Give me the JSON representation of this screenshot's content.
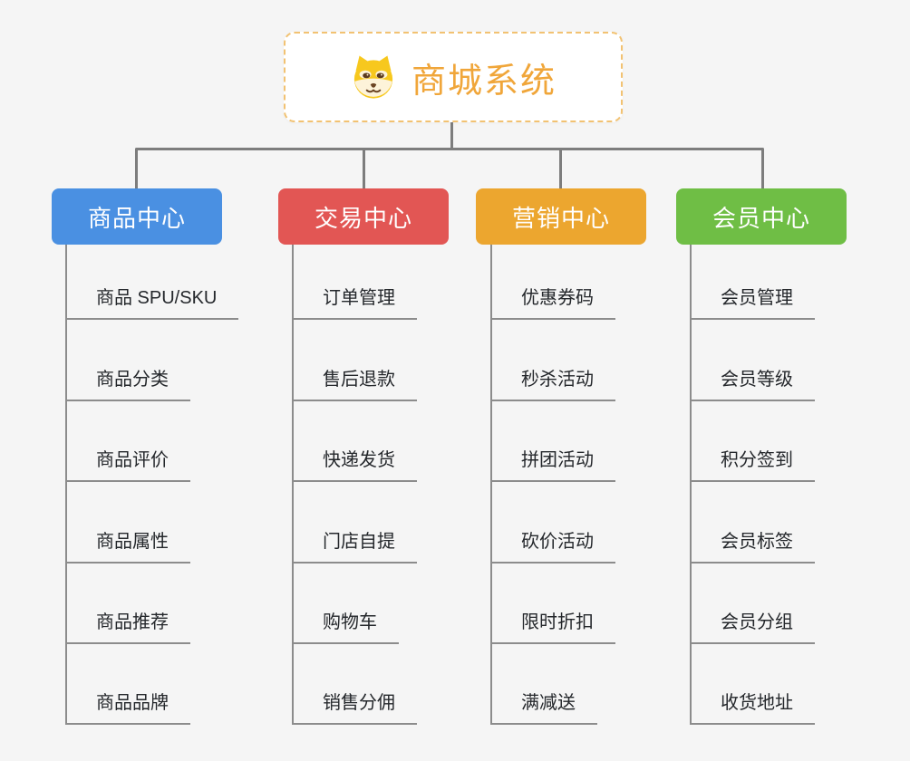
{
  "root": {
    "title": "商城系统",
    "icon": "dog-face-icon",
    "title_color": "#f0a63a",
    "border_color": "#f2c272"
  },
  "connector_color": "#7d7d7d",
  "branches": [
    {
      "label": "商品中心",
      "color": "#4a90e2",
      "children": [
        "商品 SPU/SKU",
        "商品分类",
        "商品评价",
        "商品属性",
        "商品推荐",
        "商品品牌"
      ]
    },
    {
      "label": "交易中心",
      "color": "#e25654",
      "children": [
        "订单管理",
        "售后退款",
        "快递发货",
        "门店自提",
        "购物车",
        "销售分佣"
      ]
    },
    {
      "label": "营销中心",
      "color": "#eca62f",
      "children": [
        "优惠券码",
        "秒杀活动",
        "拼团活动",
        "砍价活动",
        "限时折扣",
        "满减送"
      ]
    },
    {
      "label": "会员中心",
      "color": "#6fbe45",
      "children": [
        "会员管理",
        "会员等级",
        "积分签到",
        "会员标签",
        "会员分组",
        "收货地址"
      ]
    }
  ]
}
